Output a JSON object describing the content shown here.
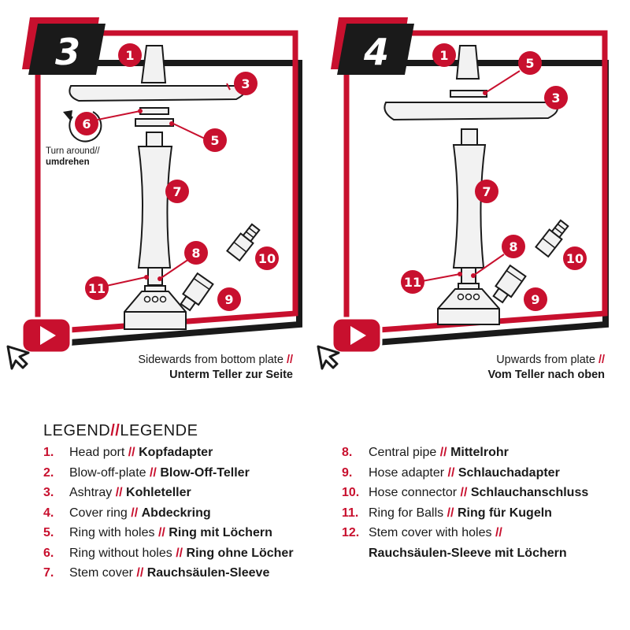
{
  "colors": {
    "accent": "#c8102e",
    "dark": "#1a1a1a",
    "light": "#f2f2f2"
  },
  "panels": [
    {
      "step": "3",
      "caption_en": "Sidewards from bottom plate",
      "caption_sep": "//",
      "caption_de": "Unterm Teller zur Seite",
      "turn_en": "Turn around//",
      "turn_de": "umdrehen",
      "play_icon": "youtube-play-icon",
      "cursor_icon": "cursor-arrow-icon",
      "turn_icon": "rotate-arrow-icon"
    },
    {
      "step": "4",
      "caption_en": "Upwards from plate",
      "caption_sep": "//",
      "caption_de": "Vom Teller nach oben",
      "play_icon": "youtube-play-icon",
      "cursor_icon": "cursor-arrow-icon"
    }
  ],
  "callouts": {
    "p3": [
      "1",
      "3",
      "6",
      "5",
      "7",
      "8",
      "11",
      "10",
      "9"
    ],
    "p4": [
      "1",
      "5",
      "3",
      "7",
      "8",
      "11",
      "10",
      "9"
    ]
  },
  "legend": {
    "title_en": "LEGEND",
    "title_sep": "//",
    "title_de": "LEGENDE",
    "items": [
      {
        "n": "1.",
        "en": "Head port",
        "sep": "//",
        "de": "Kopfadapter"
      },
      {
        "n": "2.",
        "en": "Blow-off-plate",
        "sep": "//",
        "de": "Blow-Off-Teller"
      },
      {
        "n": "3.",
        "en": "Ashtray",
        "sep": "//",
        "de": "Kohleteller"
      },
      {
        "n": "4.",
        "en": "Cover ring",
        "sep": "//",
        "de": "Abdeckring"
      },
      {
        "n": "5.",
        "en": "Ring with holes",
        "sep": "//",
        "de": "Ring mit Löchern"
      },
      {
        "n": "6.",
        "en": "Ring without holes",
        "sep": "//",
        "de": "Ring ohne Löcher"
      },
      {
        "n": "7.",
        "en": "Stem cover",
        "sep": "//",
        "de": "Rauchsäulen-Sleeve"
      },
      {
        "n": "8.",
        "en": "Central pipe",
        "sep": "//",
        "de": "Mittelrohr"
      },
      {
        "n": "9.",
        "en": "Hose adapter",
        "sep": "//",
        "de": "Schlauchadapter"
      },
      {
        "n": "10.",
        "en": "Hose connector",
        "sep": "//",
        "de": "Schlauchanschluss"
      },
      {
        "n": "11.",
        "en": "Ring for Balls",
        "sep": "//",
        "de": "Ring für Kugeln"
      },
      {
        "n": "12.",
        "en": "Stem cover with holes",
        "sep": "//",
        "de": "Rauchsäulen-Sleeve mit Löchern"
      }
    ]
  }
}
